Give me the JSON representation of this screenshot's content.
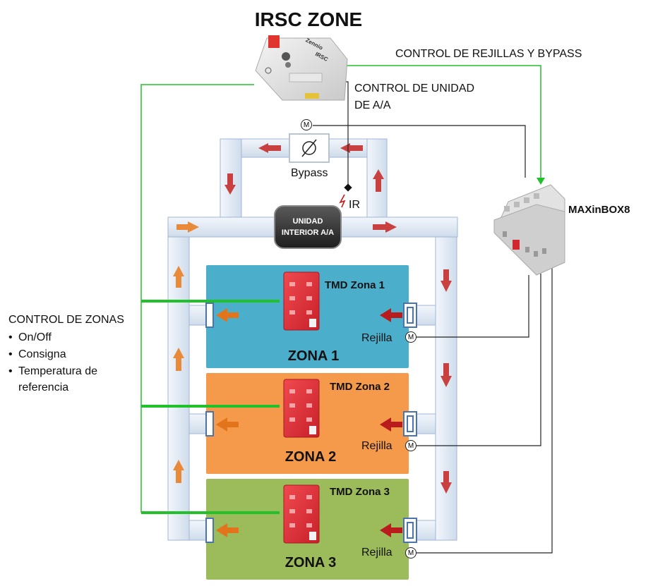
{
  "title": "IRSC ZONE",
  "labels": {
    "control_rejillas": "CONTROL DE REJILLAS Y BYPASS",
    "control_unidad_line1": "CONTROL DE UNIDAD",
    "control_unidad_line2": "DE A/A",
    "bypass": "Bypass",
    "ir": "IR",
    "maxinbox": "MAXinBOX8",
    "unidad_line1": "UNIDAD",
    "unidad_line2": "INTERIOR A/A",
    "control_zonas": "CONTROL DE ZONAS",
    "control_zonas_items": [
      "On/Off",
      "Consigna",
      "Temperatura de",
      "referencia"
    ],
    "motor": "M"
  },
  "device_text": {
    "brand": "Zennio",
    "model": "IRSC"
  },
  "zones": [
    {
      "name": "ZONA 1",
      "tmd": "TMD Zona 1",
      "grille": "Rejilla",
      "color": "#4baecb"
    },
    {
      "name": "ZONA 2",
      "tmd": "TMD Zona 2",
      "grille": "Rejilla",
      "color": "#f59a4a"
    },
    {
      "name": "ZONA 3",
      "tmd": "TMD Zona 3",
      "grille": "Rejilla",
      "color": "#9cbb5a"
    }
  ],
  "colors": {
    "duct": "#dbe6f3",
    "duct_border": "#9fb6d4",
    "arrow_red": "#c94040",
    "arrow_orange": "#e98a3a",
    "control_green": "#22c02a",
    "panel_red": "#e8333c"
  }
}
